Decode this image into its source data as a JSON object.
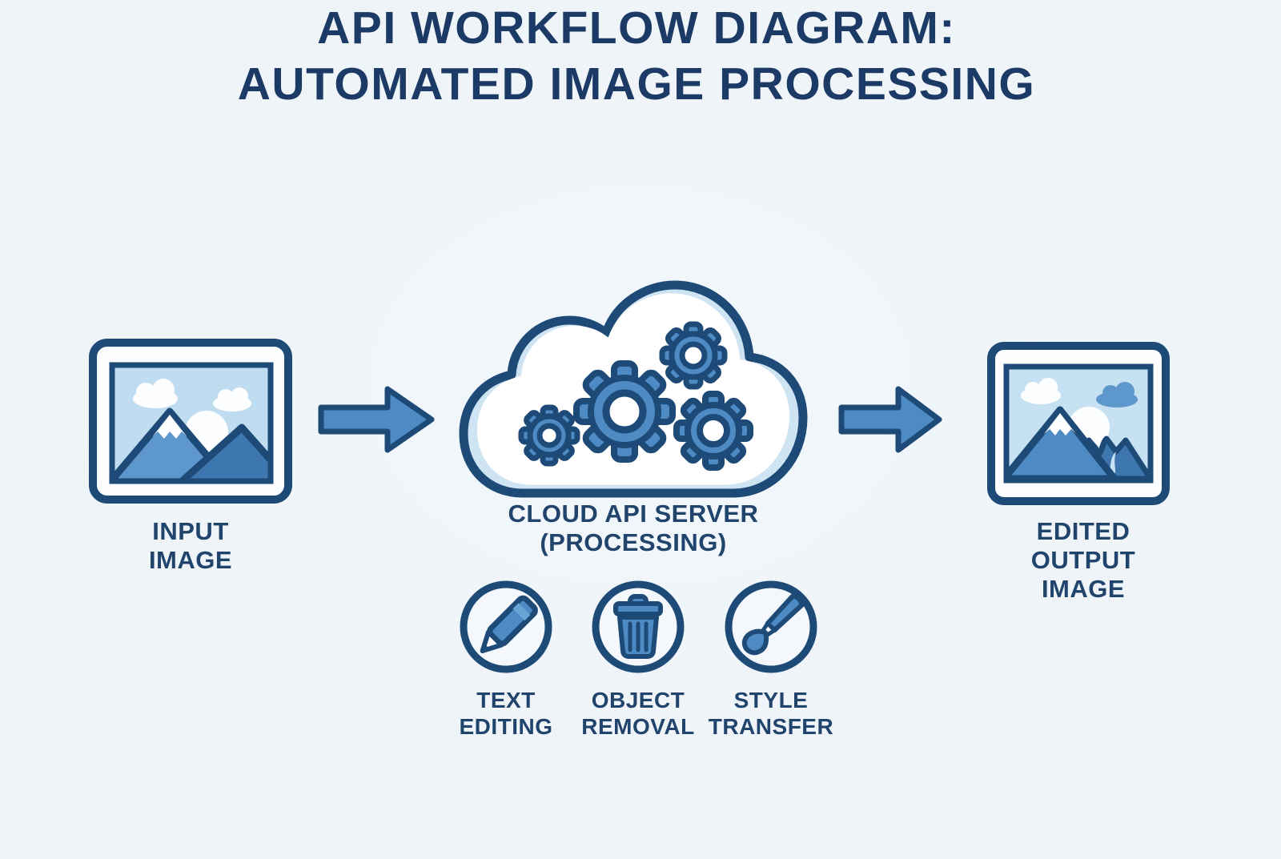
{
  "title": {
    "line1": "API WORKFLOW DIAGRAM:",
    "line2": "AUTOMATED IMAGE PROCESSING"
  },
  "nodes": {
    "input": {
      "icon": "framed-landscape-image-icon",
      "label": [
        "INPUT",
        "IMAGE"
      ]
    },
    "server": {
      "icon": "cloud-with-gears-icon",
      "label": [
        "CLOUD API SERVER",
        "(PROCESSING)"
      ]
    },
    "output": {
      "icon": "framed-landscape-image-icon",
      "label": [
        "EDITED",
        "OUTPUT",
        "IMAGE"
      ]
    }
  },
  "connectors": [
    {
      "icon": "right-arrow-icon",
      "from": "input",
      "to": "server"
    },
    {
      "icon": "right-arrow-icon",
      "from": "server",
      "to": "output"
    }
  ],
  "features": [
    {
      "icon": "pencil-icon",
      "label": [
        "TEXT",
        "EDITING"
      ]
    },
    {
      "icon": "trash-can-icon",
      "label": [
        "OBJECT",
        "REMOVAL"
      ]
    },
    {
      "icon": "paintbrush-icon",
      "label": [
        "STYLE",
        "TRANSFER"
      ]
    }
  ],
  "colors": {
    "bg": "#eef3f8",
    "navy": "#1d4a77",
    "navy-text": "#21446c",
    "title": "#1c3a66",
    "blue": "#4e8bc4",
    "blue-dark": "#3e77af",
    "blue-light": "#5d97cc",
    "sky": "#bfdcf0",
    "ring": "#cfe4f3"
  }
}
